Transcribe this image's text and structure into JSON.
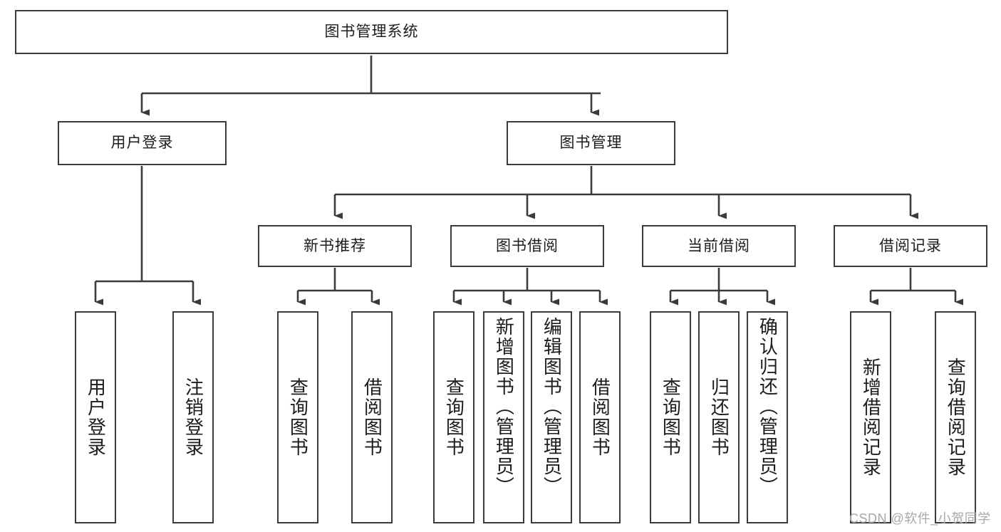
{
  "diagram": {
    "title": "图书管理系统",
    "type": "tree-hierarchy",
    "watermark": "CSDN @软件_小贺同学",
    "colors": {
      "background": "#ffffff",
      "box_border": "#3b3b3b",
      "box_fill": "#ffffff",
      "text": "#1c1c1c",
      "connector": "#3b3b3b",
      "watermark": "#a8a8a8"
    },
    "root": {
      "label": "图书管理系统"
    },
    "level2": [
      {
        "label": "用户登录"
      },
      {
        "label": "图书管理"
      }
    ],
    "level3": [
      {
        "label": "新书推荐"
      },
      {
        "label": "图书借阅"
      },
      {
        "label": "当前借阅"
      },
      {
        "label": "借阅记录"
      }
    ],
    "leaves": {
      "user_login": [
        {
          "label": "用户登录"
        },
        {
          "label": "注销登录"
        }
      ],
      "new_book_recommend": [
        {
          "label": "查询图书"
        },
        {
          "label": "借阅图书"
        }
      ],
      "book_borrow": [
        {
          "label": "查询图书"
        },
        {
          "label": "新增图书（管理员）"
        },
        {
          "label": "编辑图书（管理员）"
        },
        {
          "label": "借阅图书"
        }
      ],
      "current_borrow": [
        {
          "label": "查询图书"
        },
        {
          "label": "归还图书"
        },
        {
          "label": "确认归还（管理员）"
        }
      ],
      "borrow_record": [
        {
          "label": "新增借阅记录"
        },
        {
          "label": "查询借阅记录"
        }
      ]
    }
  }
}
